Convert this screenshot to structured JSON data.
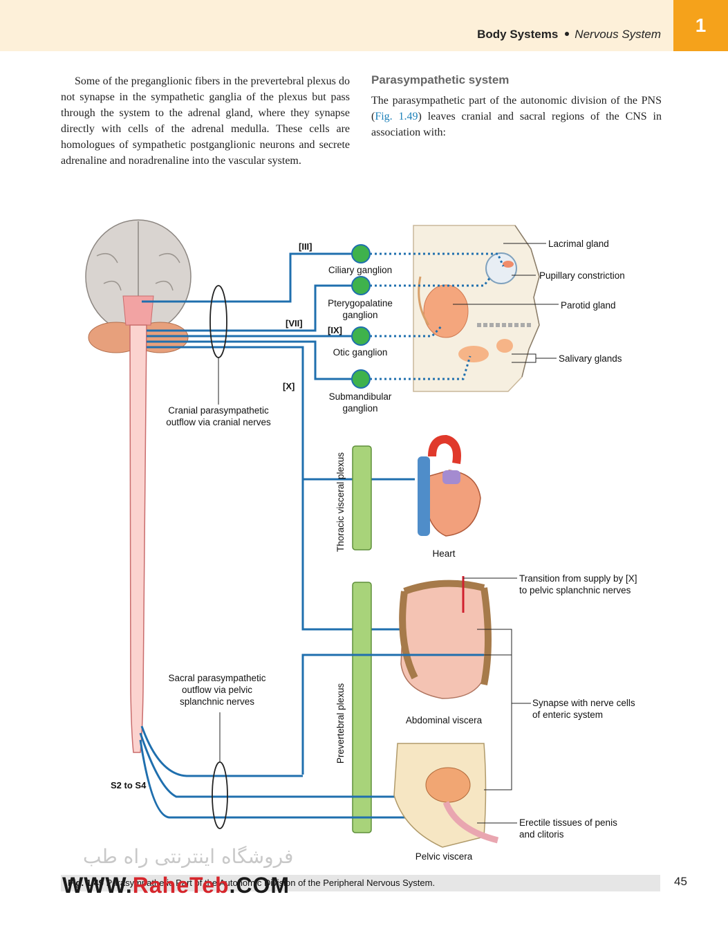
{
  "header": {
    "section": "Body Systems",
    "subsection": "Nervous System",
    "chapter": "1"
  },
  "left_paragraph": "Some of the preganglionic fibers in the prevertebral plexus do not synapse in the sympathetic ganglia of the plexus but pass through the system to the adrenal gland, where they synapse directly with cells of the adrenal medulla. These cells are homologues of sympathetic postganglionic neurons and secrete adrenaline and noradrenaline into the vascular system.",
  "right": {
    "heading": "Parasympathetic system",
    "p_before": "The parasympathetic part of the autonomic division of the PNS (",
    "p_ref": "Fig. 1.49",
    "p_after": ") leaves cranial and sacral regions of the CNS in association with:"
  },
  "figure": {
    "nerve_III": "[III]",
    "nerve_VII": "[VII]",
    "nerve_IX": "[IX]",
    "nerve_X": "[X]",
    "ciliary": "Ciliary ganglion",
    "ptery_1": "Pterygopalatine",
    "ptery_2": "ganglion",
    "otic": "Otic ganglion",
    "submand_1": "Submandibular",
    "submand_2": "ganglion",
    "lacrimal": "Lacrimal gland",
    "pupillary": "Pupillary constriction",
    "parotid": "Parotid gland",
    "salivary": "Salivary glands",
    "cranial_1": "Cranial parasympathetic",
    "cranial_2": "outflow via cranial nerves",
    "thoracic_plexus": "Thoracic visceral plexus",
    "heart": "Heart",
    "transition_1": "Transition from supply by [X]",
    "transition_2": "to pelvic splanchnic nerves",
    "sacral_1": "Sacral parasympathetic",
    "sacral_2": "outflow via pelvic",
    "sacral_3": "splanchnic nerves",
    "prevertebral_plexus": "Prevertebral plexus",
    "abdominal": "Abdominal viscera",
    "synapse_1": "Synapse with nerve cells",
    "synapse_2": "of enteric system",
    "s2s4": "S2 to S4",
    "erectile_1": "Erectile tissues of penis",
    "erectile_2": "and clitoris",
    "pelvic": "Pelvic viscera"
  },
  "caption": {
    "fig": "Fig. 1.49",
    "text": " Parasympathetic Part of the Autonomic Division of the Peripheral Nervous System."
  },
  "page_number": "45",
  "watermark": {
    "persian": "فروشگاه اینترنتی راه طب",
    "url_pre": "WWW.",
    "url_brand": "RaheTeb",
    "url_post": ".COM"
  },
  "colors": {
    "nerve": "#1f6fae",
    "ganglion": "#3fb24c",
    "plexus": "#a8d37a",
    "header_tab": "#f5a21b",
    "header_bg": "#fdf0d9"
  }
}
